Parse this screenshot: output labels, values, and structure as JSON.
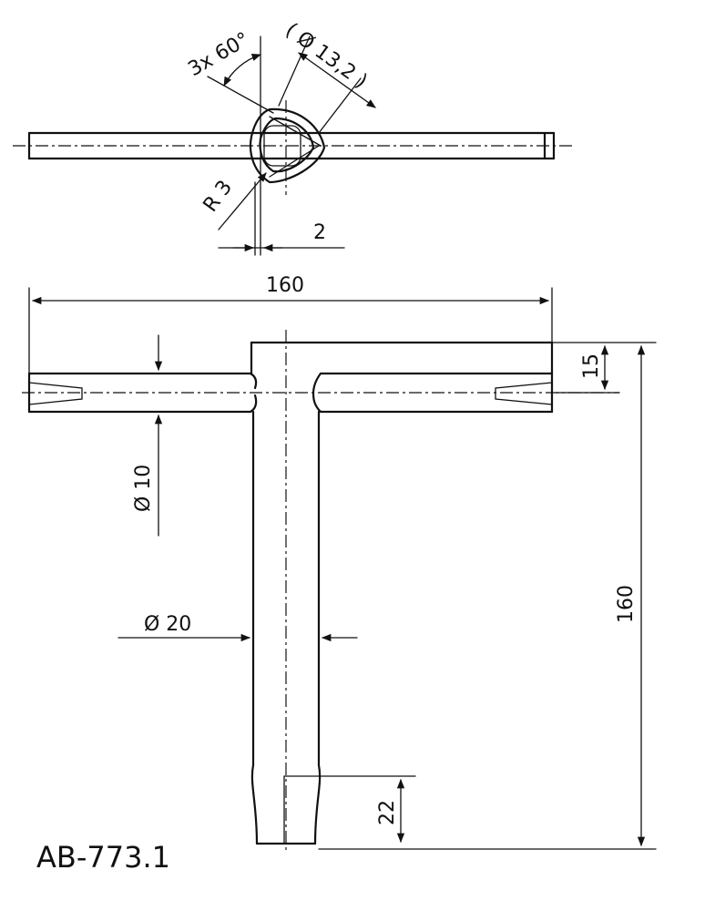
{
  "drawing": {
    "number": "AB-773.1",
    "top_view": {
      "angle_label": "3x 60°",
      "hex_size_label": "( Ø 13,2 )",
      "radius_label": "R 3",
      "offset_label": "2"
    },
    "front_view": {
      "overall_width_label": "160",
      "handle_diameter_label": "Ø 10",
      "shaft_diameter_label": "Ø 20",
      "overall_height_label": "160",
      "top_offset_label": "15",
      "socket_depth_label": "22"
    }
  }
}
